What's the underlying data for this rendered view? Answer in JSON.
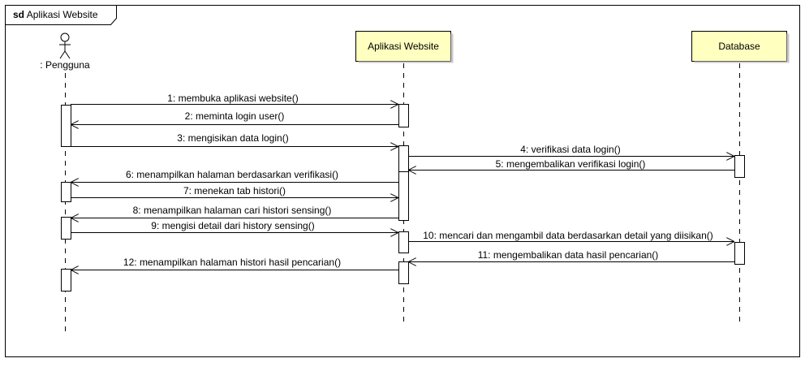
{
  "frame": {
    "keyword": "sd",
    "name": "Aplikasi Website"
  },
  "lifelines": [
    {
      "id": "user",
      "label": ": Pengguna",
      "kind": "actor"
    },
    {
      "id": "web",
      "label": "Aplikasi Website",
      "kind": "object"
    },
    {
      "id": "db",
      "label": "Database",
      "kind": "object"
    }
  ],
  "messages": [
    {
      "n": 1,
      "text": "1: membuka aplikasi website()",
      "from": "user",
      "to": "web",
      "kind": "sync"
    },
    {
      "n": 2,
      "text": "2: meminta login user()",
      "from": "web",
      "to": "user",
      "kind": "reply"
    },
    {
      "n": 3,
      "text": "3: mengisikan data login()",
      "from": "user",
      "to": "web",
      "kind": "sync"
    },
    {
      "n": 4,
      "text": "4: verifikasi data login()",
      "from": "web",
      "to": "db",
      "kind": "sync"
    },
    {
      "n": 5,
      "text": "5: mengembalikan verifikasi login()",
      "from": "db",
      "to": "web",
      "kind": "reply"
    },
    {
      "n": 6,
      "text": "6: menampilkan halaman berdasarkan verifikasi()",
      "from": "web",
      "to": "user",
      "kind": "reply"
    },
    {
      "n": 7,
      "text": "7: menekan tab histori()",
      "from": "user",
      "to": "web",
      "kind": "sync"
    },
    {
      "n": 8,
      "text": "8: menampilkan halaman cari histori sensing()",
      "from": "web",
      "to": "user",
      "kind": "reply"
    },
    {
      "n": 9,
      "text": "9: mengisi detail dari history sensing()",
      "from": "user",
      "to": "web",
      "kind": "sync"
    },
    {
      "n": 10,
      "text": "10: mencari dan mengambil data berdasarkan detail yang diisikan()",
      "from": "web",
      "to": "db",
      "kind": "sync"
    },
    {
      "n": 11,
      "text": "11: mengembalikan data hasil pencarian()",
      "from": "db",
      "to": "web",
      "kind": "reply"
    },
    {
      "n": 12,
      "text": "12: menampilkan halaman histori hasil pencarian()",
      "from": "web",
      "to": "user",
      "kind": "reply"
    }
  ],
  "colors": {
    "object_fill": "#ffffc0",
    "line": "#000000",
    "activation_fill": "#ffffff"
  }
}
